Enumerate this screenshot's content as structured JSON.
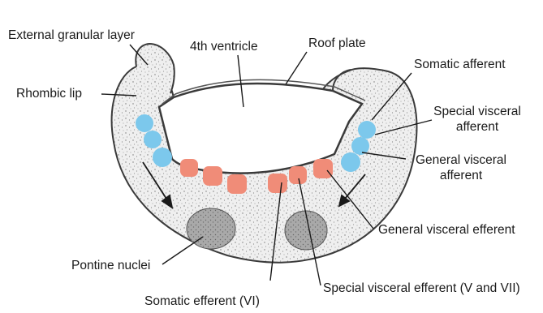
{
  "labels": {
    "external_granular_layer": "External granular layer",
    "fourth_ventricle": "4th ventricle",
    "roof_plate": "Roof plate",
    "somatic_afferent": "Somatic afferent",
    "rhombic_lip": "Rhombic lip",
    "special_visceral_afferent_line1": "Special visceral",
    "special_visceral_afferent_line2": "afferent",
    "general_visceral_afferent_line1": "General visceral",
    "general_visceral_afferent_line2": "afferent",
    "general_visceral_efferent": "General visceral efferent",
    "pontine_nuclei": "Pontine nuclei",
    "special_visceral_efferent": "Special visceral efferent (V and VII)",
    "somatic_efferent": "Somatic efferent (VI)"
  },
  "colors": {
    "afferent_cells": "#7cc8ec",
    "efferent_cells": "#f08c78",
    "tissue_fill": "#ededed",
    "outline": "#3a3a3a",
    "pontine_fill": "#a9a9a9"
  }
}
